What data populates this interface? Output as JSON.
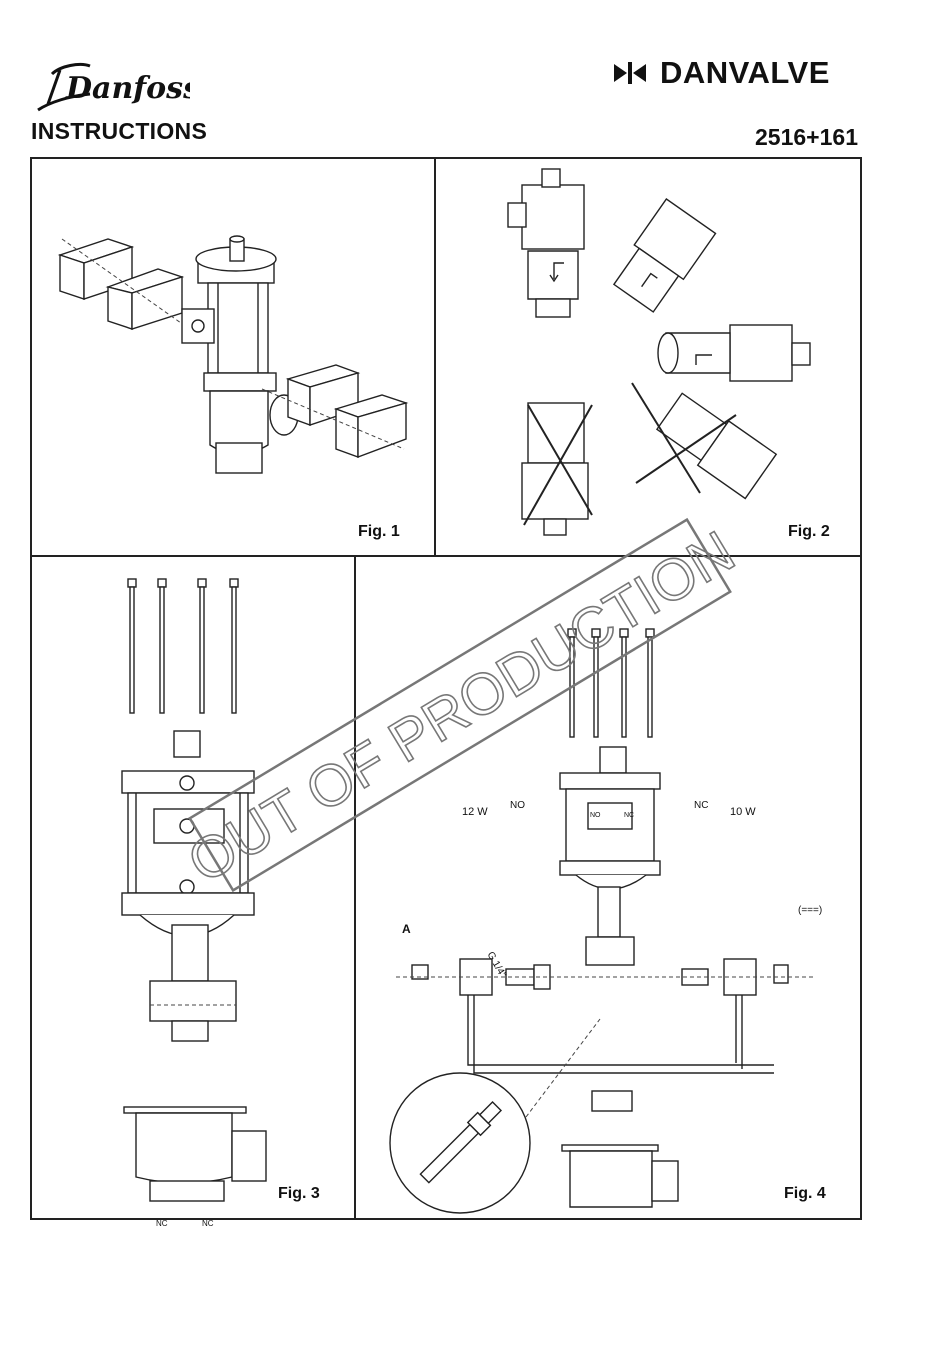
{
  "header": {
    "logo_text": "Danfoss",
    "brand": "DANVALVE",
    "title": "INSTRUCTIONS",
    "document_number": "2516+161"
  },
  "figures": [
    {
      "label": "Fig. 1"
    },
    {
      "label": "Fig. 2"
    },
    {
      "label": "Fig. 3"
    },
    {
      "label": "Fig. 4"
    }
  ],
  "fig3": {
    "coil_nc_left": "NC",
    "coil_nc_right": "NC"
  },
  "fig4": {
    "coil_left": "12 W",
    "coil_right": "10 W",
    "label_no": "NO",
    "label_nc": "NC",
    "pilot_no": "NO",
    "pilot_nc": "NC",
    "detail_letter": "A",
    "thread": "G 1/4\"",
    "supply": "(===)"
  },
  "stamp": "OUT OF PRODUCTION"
}
